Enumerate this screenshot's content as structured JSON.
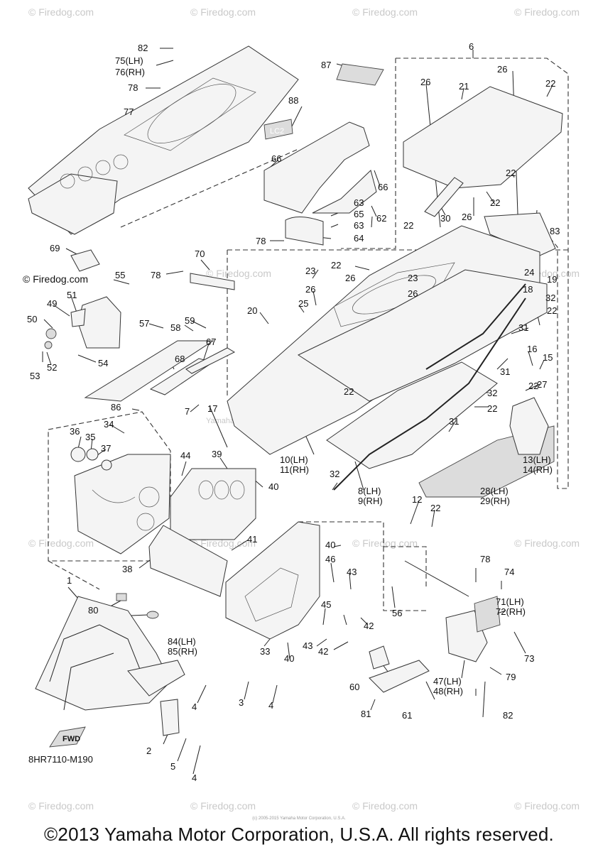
{
  "drawing_code": "8HR7110-M190",
  "copyright": "©2013 Yamaha Motor Corporation, U.S.A. All rights reserved.",
  "fine_print": "(c) 2005-2015 Yamaha Motor Corporation, U.S.A.",
  "watermark_site": "Firedog.com",
  "watermark_corner": "© Firedog.com",
  "watermark_center": "Yamaha Motor Corp, USA",
  "fwd_label": "FWD",
  "decal_text": "LC2",
  "callouts": {
    "c1": "1",
    "c2": "2",
    "c3": "3",
    "c4a": "4",
    "c4b": "4",
    "c4c": "4",
    "c5": "5",
    "c6": "6",
    "c7": "7",
    "c8": "8(LH)",
    "c9": "9(RH)",
    "c10": "10(LH)",
    "c11": "11(RH)",
    "c12": "12",
    "c13": "13(LH)",
    "c14": "14(RH)",
    "c15": "15",
    "c16": "16",
    "c17": "17",
    "c18": "18",
    "c19": "19",
    "c20": "20",
    "c21": "21",
    "c22a": "22",
    "c22b": "22",
    "c22c": "22",
    "c22d": "22",
    "c22e": "22",
    "c22f": "22",
    "c22g": "22",
    "c22h": "22",
    "c22i": "22",
    "c22j": "22",
    "c23a": "23",
    "c23b": "23",
    "c24": "24",
    "c25": "25",
    "c26a": "26",
    "c26b": "26",
    "c26c": "26",
    "c26d": "26",
    "c26e": "26",
    "c26f": "26",
    "c27": "27",
    "c28": "28(LH)",
    "c29": "29(RH)",
    "c30": "30",
    "c31a": "31",
    "c31b": "31",
    "c31c": "31",
    "c32a": "32",
    "c32b": "32",
    "c32c": "32",
    "c33": "33",
    "c34": "34",
    "c35": "35",
    "c36": "36",
    "c37": "37",
    "c38": "38",
    "c39": "39",
    "c40a": "40",
    "c40b": "40",
    "c40c": "40",
    "c41": "41",
    "c42a": "42",
    "c42b": "42",
    "c43a": "43",
    "c43b": "43",
    "c44": "44",
    "c45": "45",
    "c46": "46",
    "c47": "47(LH)",
    "c48": "48(RH)",
    "c49": "49",
    "c50": "50",
    "c51": "51",
    "c52": "52",
    "c53": "53",
    "c54": "54",
    "c55": "55",
    "c56": "56",
    "c57": "57",
    "c58": "58",
    "c59": "59",
    "c60": "60",
    "c61": "61",
    "c62": "62",
    "c63a": "63",
    "c63b": "63",
    "c64": "64",
    "c65": "65",
    "c66a": "66",
    "c66b": "66",
    "c67": "67",
    "c68": "68",
    "c69": "69",
    "c70": "70",
    "c71": "71(LH)",
    "c72": "72(RH)",
    "c73": "73",
    "c74": "74",
    "c75": "75(LH)",
    "c76": "76(RH)",
    "c77": "77",
    "c78a": "78",
    "c78b": "78",
    "c78c": "78",
    "c78d": "78",
    "c79": "79",
    "c80": "80",
    "c81": "81",
    "c82a": "82",
    "c82b": "82",
    "c83": "83",
    "c84": "84(LH)",
    "c85": "85(RH)",
    "c86": "86",
    "c87": "87",
    "c88": "88"
  }
}
